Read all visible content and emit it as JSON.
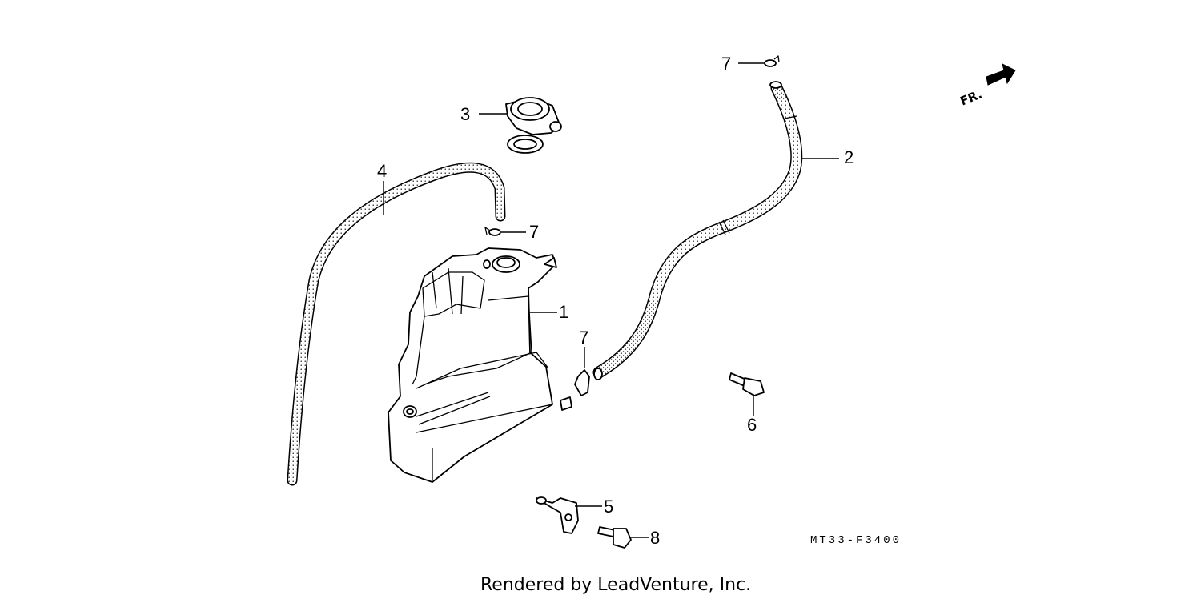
{
  "diagram": {
    "callouts": [
      "1",
      "2",
      "3",
      "4",
      "5",
      "6",
      "7",
      "7",
      "7",
      "8"
    ],
    "direction_label": "FR.",
    "drawing_code": "MT33-F3400",
    "footer": "Rendered by LeadVenture, Inc."
  }
}
